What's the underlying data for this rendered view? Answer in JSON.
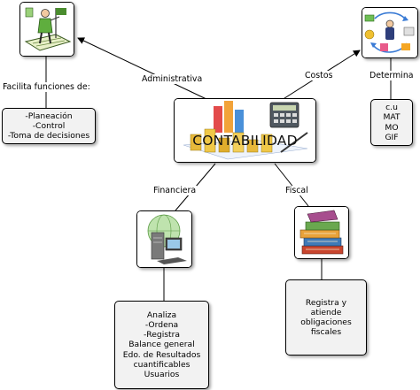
{
  "central": {
    "title": "CONTABILIDAD"
  },
  "links": {
    "administrativa": "Administrativa",
    "costos": "Costos",
    "financiera": "Financiera",
    "fiscal": "Fiscal",
    "facilita": "Facilita funciones de:",
    "determina": "Determina"
  },
  "administrativa_list": [
    "-Planeación",
    "-Control",
    "-Toma de decisiones"
  ],
  "costos_list": [
    "c.u",
    "MAT",
    "MO",
    "GIF"
  ],
  "financiera_list": [
    "Analiza",
    "-Ordena",
    "-Registra",
    "Balance general",
    "Edo. de Resultados",
    "cuantificables",
    "Usuarios"
  ],
  "fiscal_list": [
    "Registra y",
    "atiende",
    "obligaciones",
    "fiscales"
  ],
  "colors": {
    "box_border": "#000000",
    "text_box_fill": "#f2f2f2",
    "line": "#000000"
  },
  "icons": {
    "top_left": "person-measuring-clipart",
    "top_right": "cost-flow-clipart",
    "center": "accounting-coins-calculator-clipart",
    "financial": "computer-server-clipart",
    "fiscal": "stack-of-books-clipart"
  }
}
